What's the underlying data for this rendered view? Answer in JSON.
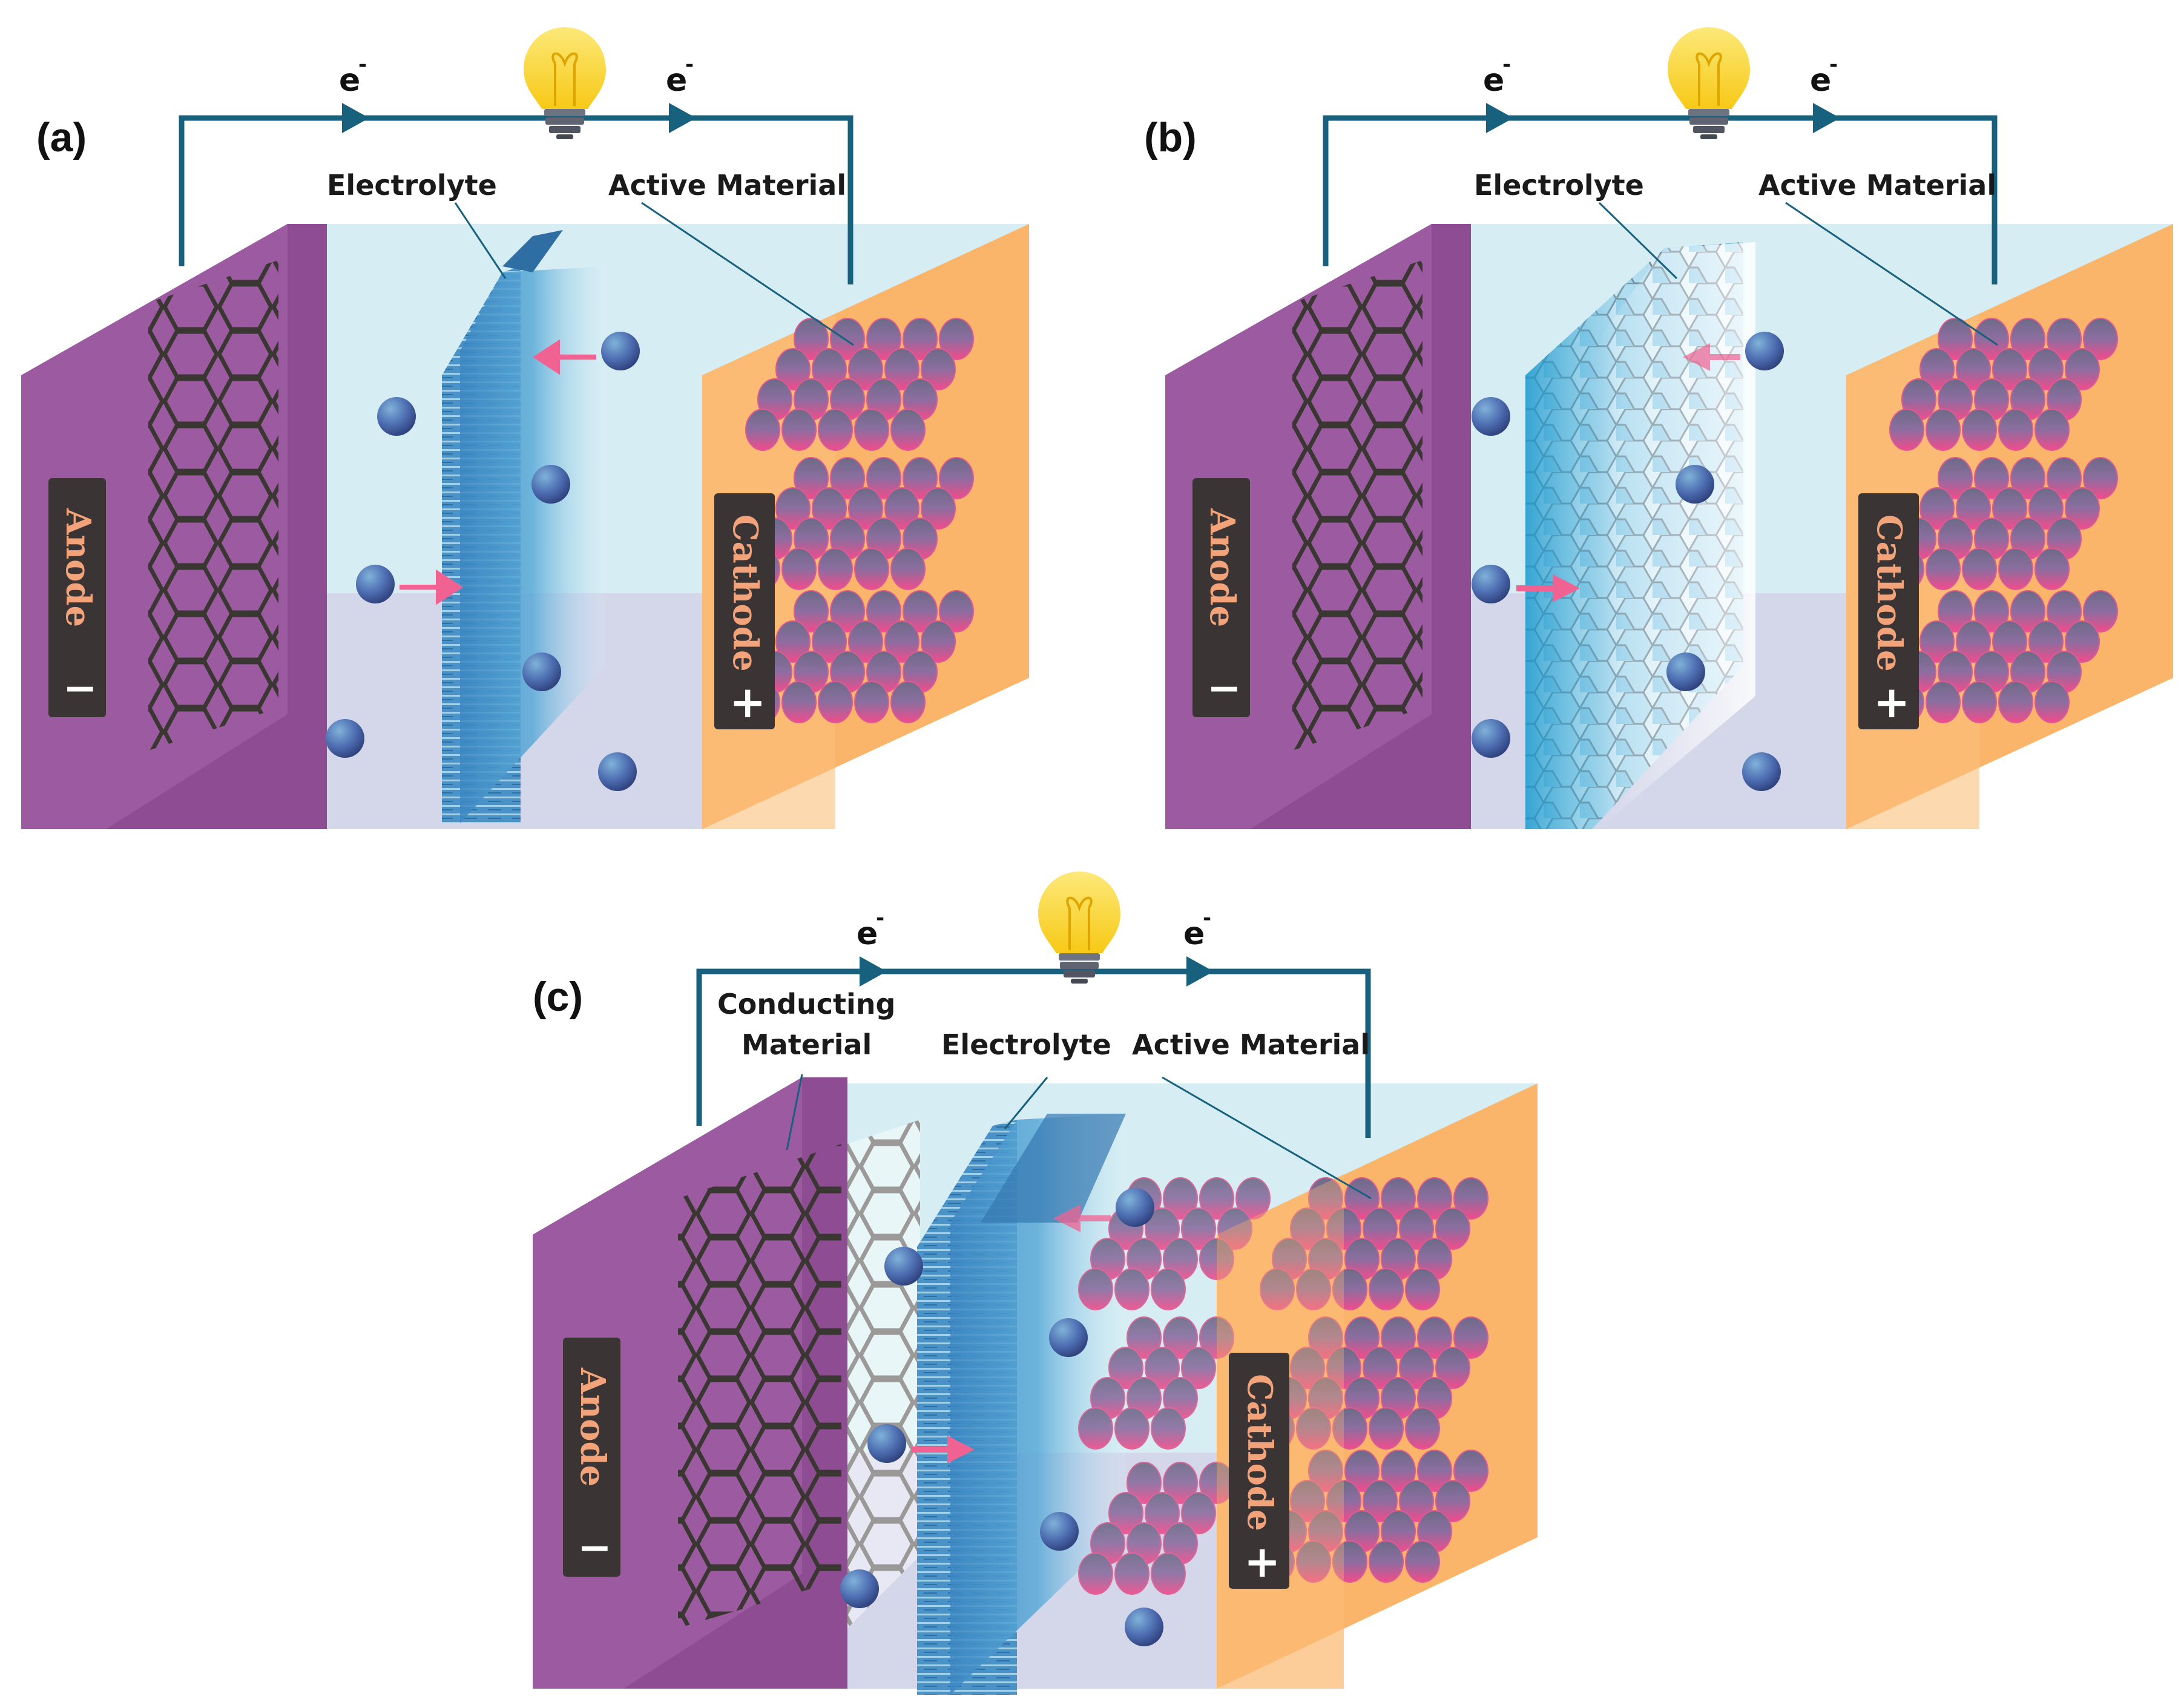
{
  "panels": [
    {
      "id": "a",
      "panel_label": "(a)",
      "labels": {
        "electrolyte": "Electrolyte",
        "active": "Active Material",
        "conducting": ""
      },
      "electron_left": "e",
      "electron_right": "e",
      "anode": {
        "text": "Anode",
        "sign": "−"
      },
      "cathode": {
        "text": "Cathode",
        "sign": "+"
      },
      "separator_style": "layered"
    },
    {
      "id": "b",
      "panel_label": "(b)",
      "labels": {
        "electrolyte": "Electrolyte",
        "active": "Active Material",
        "conducting": ""
      },
      "electron_left": "e",
      "electron_right": "e",
      "anode": {
        "text": "Anode",
        "sign": "−"
      },
      "cathode": {
        "text": "Cathode",
        "sign": "+"
      },
      "separator_style": "cellular"
    },
    {
      "id": "c",
      "panel_label": "(c)",
      "labels": {
        "electrolyte": "Electrolyte",
        "active": "Active Material",
        "conducting_line1": "Conducting",
        "conducting_line2": "Material"
      },
      "electron_left": "e",
      "electron_right": "e",
      "anode": {
        "text": "Anode",
        "sign": "−"
      },
      "cathode": {
        "text": "Cathode",
        "sign": "+"
      },
      "separator_style": "layered"
    }
  ],
  "electron_superscript": "-",
  "icons": [
    "light-bulb-icon",
    "hexagon-lattice-icon",
    "ion-sphere-icon",
    "arrow-icon"
  ],
  "colors": {
    "anode": "#9b5aa0",
    "cathode": "#fbb870",
    "wire": "#17607e",
    "electrolyte_bg": "#d6eef3",
    "floor": "#d6d4e8",
    "ion_arrow": "#f06292",
    "bulb": "#fcd839",
    "badge": "#3b3434",
    "badge_text": "#f3a37a"
  }
}
